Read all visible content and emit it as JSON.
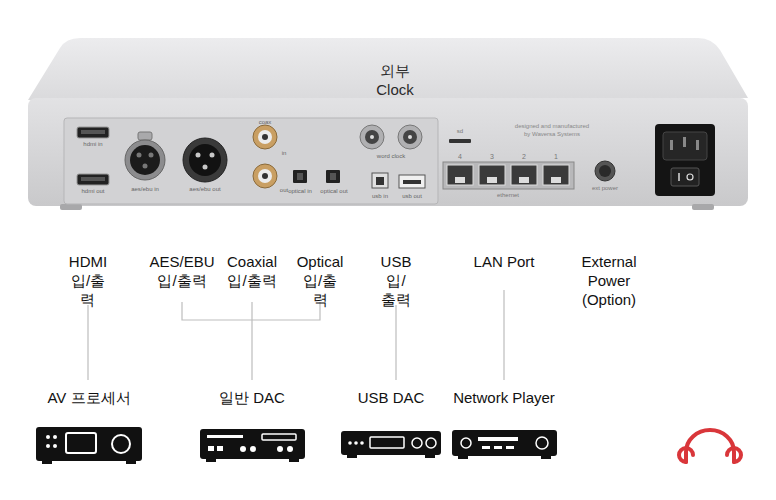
{
  "diagram": {
    "nodes": [
      {
        "text": [
          "AV 프로세서"
        ]
      },
      {
        "text": [
          "일반 DAC"
        ]
      },
      {
        "text": [
          "USB DAC"
        ]
      },
      {
        "text": [
          "Network Player"
        ]
      }
    ],
    "labels": [
      "외부 Clock",
      "hdmi in",
      "hdmi out",
      "aes/ebu in",
      "aes/ebu out",
      "coax",
      "in",
      "out",
      "optical in",
      "optical out",
      "word clock",
      "usb in",
      "usb out",
      "sd",
      "4",
      "3",
      "2",
      "1",
      "ethernet",
      "designed and manufactured",
      "by Waversa Systems",
      "ext power",
      "HDMI 입/출력",
      "AES/EBU 입/출력",
      "Coaxial 입/출력",
      "Optical 입/출력",
      "USB 입/출력",
      "LAN Port",
      "External Power (Option)"
    ]
  }
}
